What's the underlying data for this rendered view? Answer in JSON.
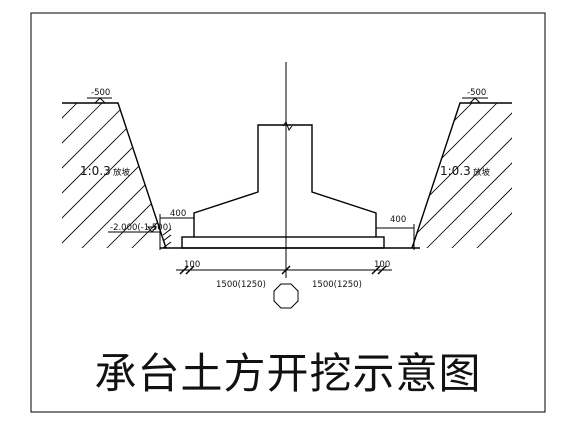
{
  "diagram": {
    "title": "承台土方开挖示意图",
    "labels": {
      "ground_level_left": "-500",
      "ground_level_right": "-500",
      "slope_left": "1:0.3",
      "slope_left_suffix": "放坡",
      "slope_right": "1:0.3",
      "slope_right_suffix": "放坡",
      "work_space_left": "400",
      "work_space_right": "400",
      "bottom_level": "-2.000(-1.500)",
      "cushion_left": "100",
      "cushion_right": "100",
      "half_width_left": "1500(1250)",
      "half_width_right": "1500(1250)"
    }
  },
  "colors": {
    "line": "#000000",
    "background": "#ffffff"
  }
}
